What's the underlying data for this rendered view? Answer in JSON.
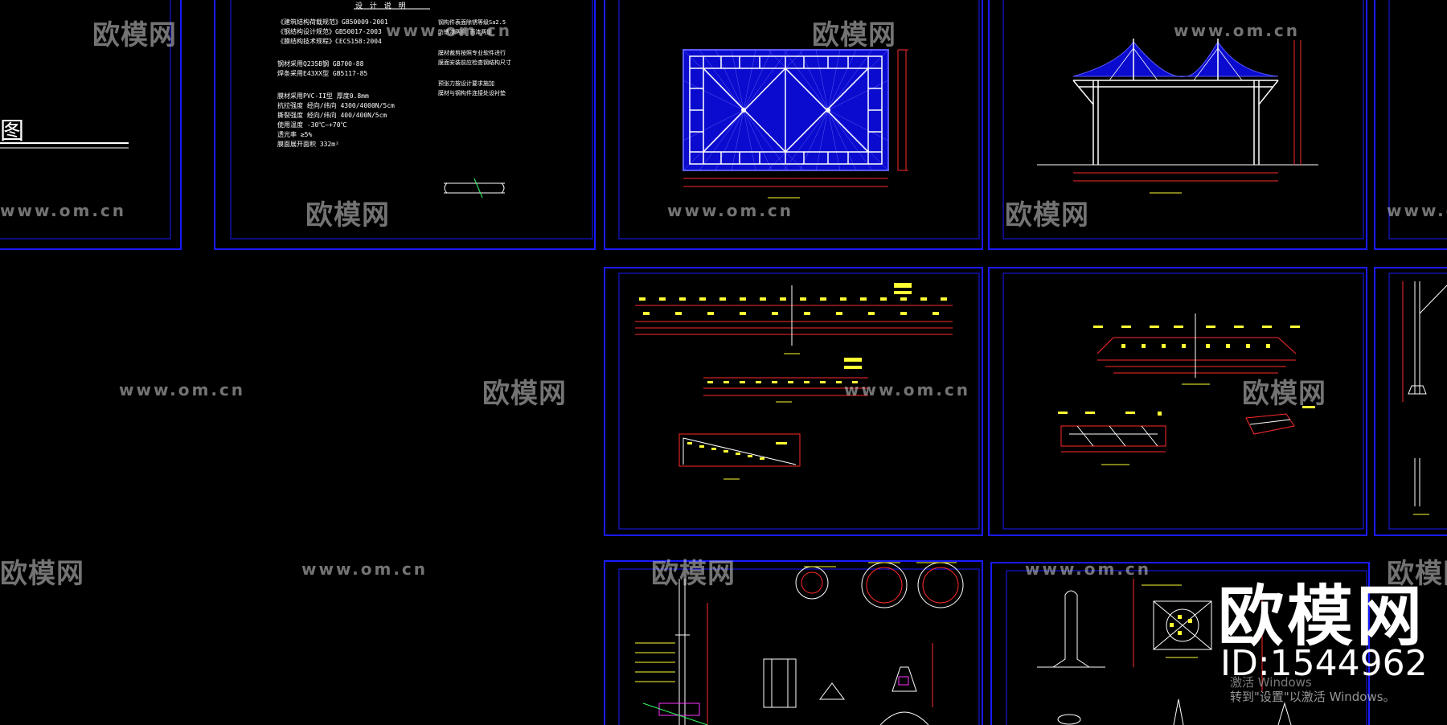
{
  "drawing": {
    "title_glyph": "图",
    "notes_title": "设 计 说 明",
    "notes_left": [
      "《建筑结构荷载规范》GB50009-2001",
      "《钢结构设计规范》GB50017-2003",
      "《膜结构技术规程》CECS158:2004",
      "钢材采用Q235B钢 GB700-88",
      "焊条采用E43XX型 GB5117-85",
      "膜材采用PVC-II型 厚度0.8mm",
      "抗拉强度 经向/纬向 4300/4000N/5cm",
      "撕裂强度 经向/纬向 400/400N/5cm",
      "使用温度 -30℃~+70℃",
      "透光率 ≥5%",
      "膜面展开面积 332m²"
    ],
    "notes_right": [
      "钢构件表面除锈等级Sa2.5",
      "防锈漆两道 面漆两道",
      "膜材裁剪按照专业软件进行",
      "膜面安装前应检查钢结构尺寸",
      "预张力按设计要求施加",
      "膜材与钢构件连接处设衬垫"
    ]
  },
  "watermarks": {
    "brand_cn": "欧模网",
    "url": "www.om.cn"
  },
  "brand": {
    "name": "欧模网",
    "id_label": "ID:1544962"
  },
  "system": {
    "activate_line1": "激活 Windows",
    "activate_line2": "转到\"设置\"以激活 Windows。"
  },
  "colors": {
    "background": "#000000",
    "frame": "#1a1aff",
    "membrane": "#1a1aff",
    "dimension": "#ff2a2a",
    "annotation": "#ffff33",
    "structure": "#ffffff",
    "detail": "#33ff66"
  }
}
